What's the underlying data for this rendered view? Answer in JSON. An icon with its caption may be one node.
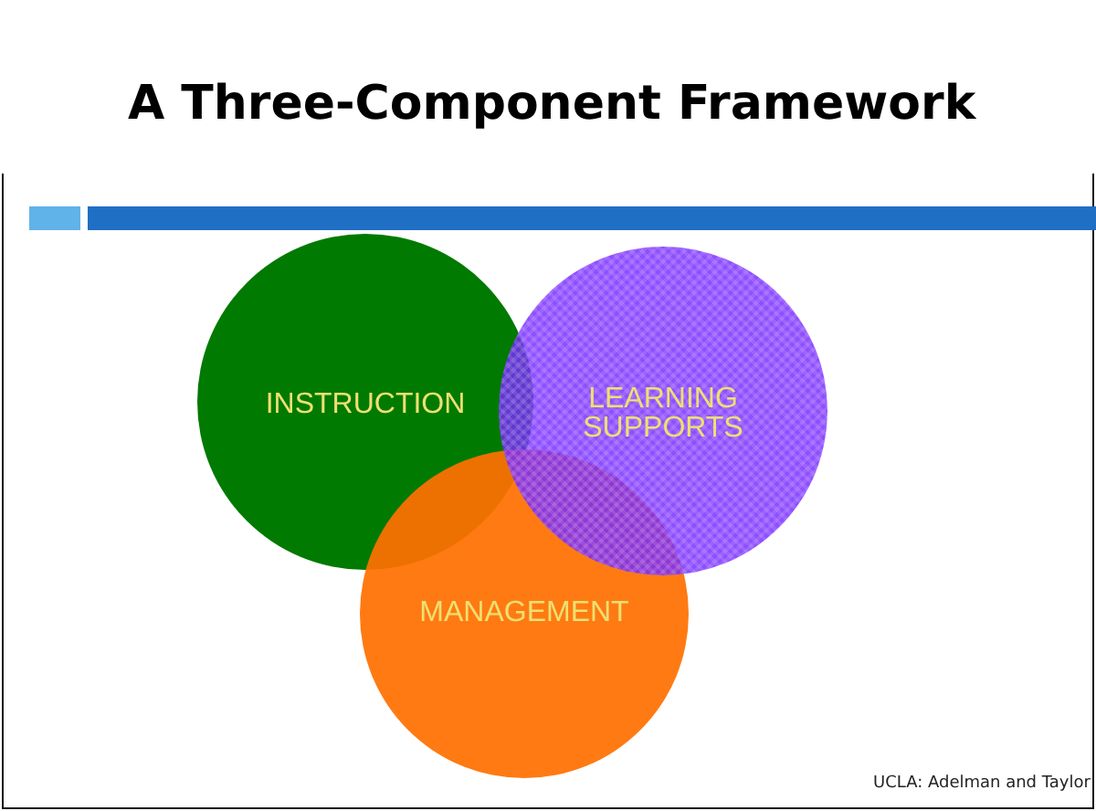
{
  "diagram": {
    "title": "A Three-Component Framework",
    "nodes": [
      {
        "text": [
          "INSTRUCTION"
        ]
      },
      {
        "text": [
          "MANAGEMENT"
        ]
      },
      {
        "text": [
          "LEARNING SUPPORTS"
        ]
      }
    ],
    "labels": [
      "UCLA: Adelman and Taylor"
    ]
  }
}
